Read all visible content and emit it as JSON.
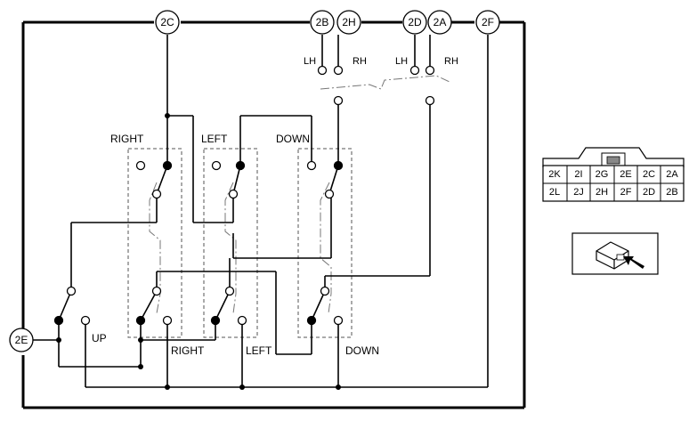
{
  "terminals": {
    "t2C": "2C",
    "t2B": "2B",
    "t2H": "2H",
    "t2D": "2D",
    "t2A": "2A",
    "t2F": "2F",
    "t2E": "2E"
  },
  "labels": {
    "lh1": "LH",
    "rh1": "RH",
    "lh2": "LH",
    "rh2": "RH",
    "right_top": "RIGHT",
    "left_top": "LEFT",
    "down_top": "DOWN",
    "up_bottom": "UP",
    "right_bottom": "RIGHT",
    "left_bottom": "LEFT",
    "down_bottom": "DOWN"
  },
  "connector_table": {
    "row1": [
      "2K",
      "2I",
      "2G",
      "2E",
      "2C",
      "2A"
    ],
    "row2": [
      "2L",
      "2J",
      "2H",
      "2F",
      "2D",
      "2B"
    ]
  }
}
